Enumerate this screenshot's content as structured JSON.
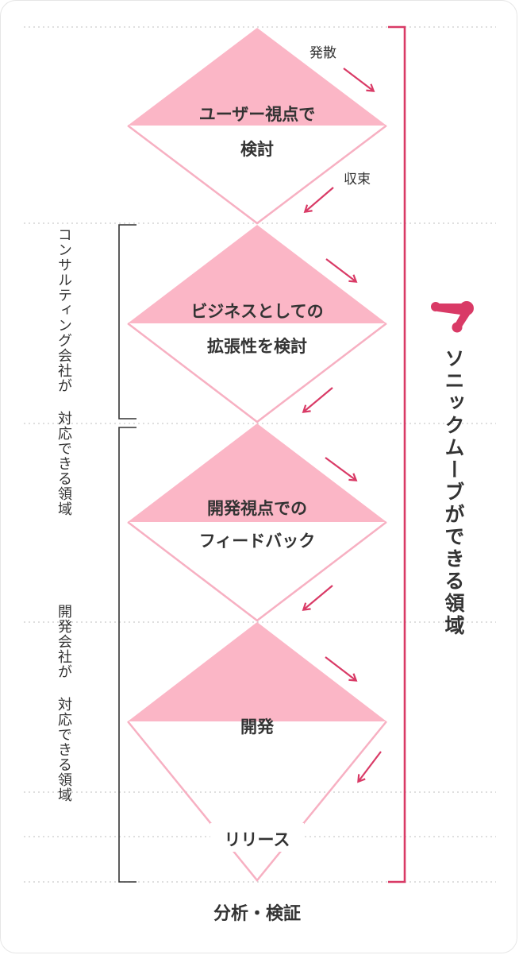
{
  "steps": [
    {
      "top": "ユーザー視点で",
      "bottom": "検討"
    },
    {
      "top": "ビジネスとしての",
      "bottom": "拡張性を検討"
    },
    {
      "top": "開発視点での",
      "bottom": "フィードバック"
    },
    {
      "top": "開発",
      "bottom": "リリース"
    }
  ],
  "arrows": {
    "diverge": "発散",
    "converge": "収束"
  },
  "regions": {
    "consulting": [
      "コンサルティング会社が",
      "対応できる領域"
    ],
    "development": [
      "開発会社が",
      "対応できる領域"
    ],
    "sonicmoov": "ソニックムーブができる領域"
  },
  "footer": "分析・検証",
  "colors": {
    "pink_fill": "#fbb6c6",
    "pink_line": "#f7b0c2",
    "accent": "#d93a66",
    "bracket": "#333333",
    "dots": "#cccccc"
  },
  "icons": {
    "logo": "sonicmoov-logo-icon"
  }
}
